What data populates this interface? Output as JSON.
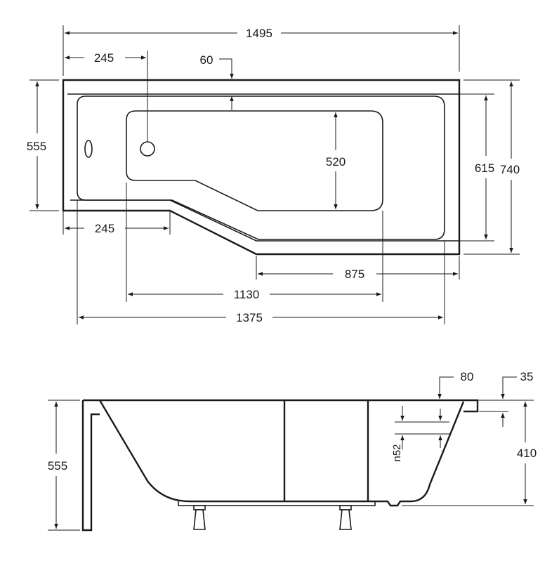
{
  "top_view": {
    "dims": {
      "total_length": "1495",
      "drain_offset": "245",
      "rim_width": "60",
      "height_left": "555",
      "inner_width": "520",
      "inner_total": "615",
      "total_width": "740",
      "step_offset": "245",
      "wide_section": "875",
      "bottom_length": "1130",
      "inner_length": "1375"
    }
  },
  "side_view": {
    "dims": {
      "height": "555",
      "rim_80": "80",
      "rim_35": "35",
      "depth": "410",
      "overflow": "n52"
    }
  }
}
